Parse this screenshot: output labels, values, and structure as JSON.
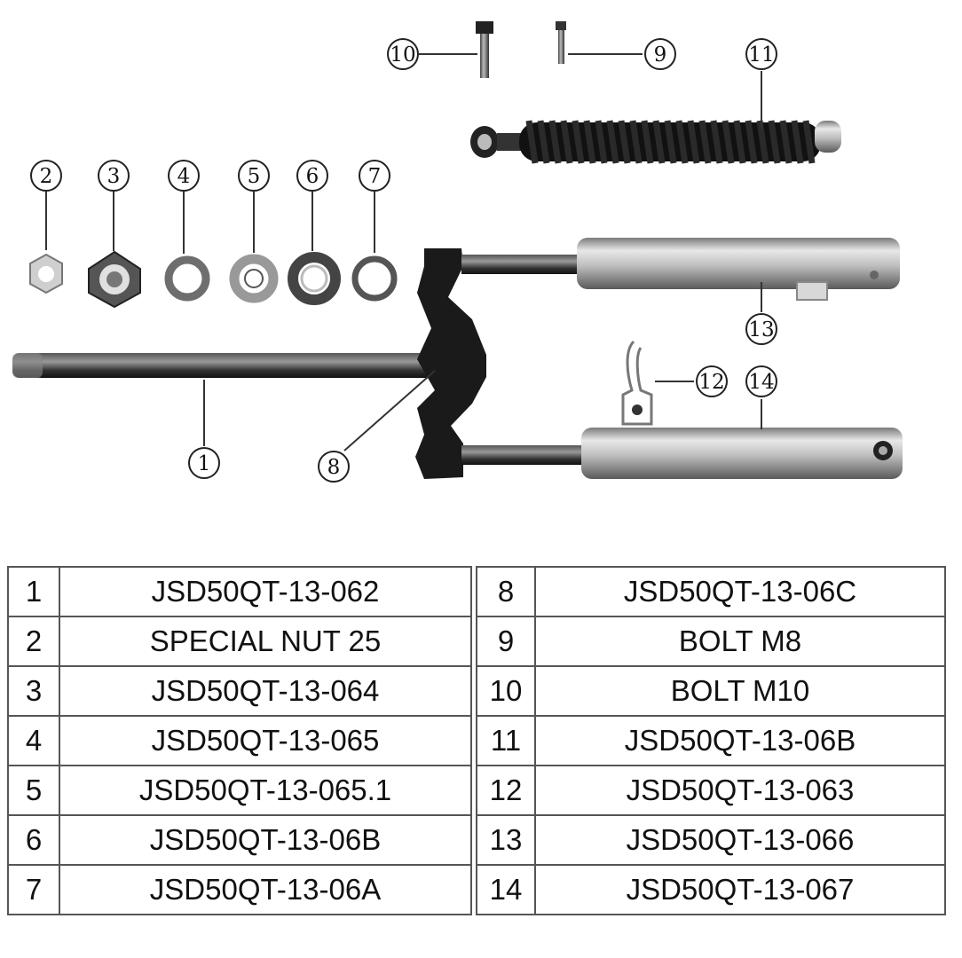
{
  "diagram": {
    "callouts": [
      {
        "id": "1",
        "label": "1"
      },
      {
        "id": "2",
        "label": "2"
      },
      {
        "id": "3",
        "label": "3"
      },
      {
        "id": "4",
        "label": "4"
      },
      {
        "id": "5",
        "label": "5"
      },
      {
        "id": "6",
        "label": "6"
      },
      {
        "id": "7",
        "label": "7"
      },
      {
        "id": "8",
        "label": "8"
      },
      {
        "id": "9",
        "label": "9"
      },
      {
        "id": "10",
        "label": "10"
      },
      {
        "id": "11",
        "label": "11"
      },
      {
        "id": "12",
        "label": "12"
      },
      {
        "id": "13",
        "label": "13"
      },
      {
        "id": "14",
        "label": "14"
      }
    ]
  },
  "parts_table": {
    "left": [
      {
        "no": "1",
        "part": "JSD50QT-13-062"
      },
      {
        "no": "2",
        "part": "SPECIAL NUT 25"
      },
      {
        "no": "3",
        "part": "JSD50QT-13-064"
      },
      {
        "no": "4",
        "part": "JSD50QT-13-065"
      },
      {
        "no": "5",
        "part": "JSD50QT-13-065.1"
      },
      {
        "no": "6",
        "part": "JSD50QT-13-06B"
      },
      {
        "no": "7",
        "part": "JSD50QT-13-06A"
      }
    ],
    "right": [
      {
        "no": "8",
        "part": "JSD50QT-13-06C"
      },
      {
        "no": "9",
        "part": "BOLT M8"
      },
      {
        "no": "10",
        "part": "BOLT M10"
      },
      {
        "no": "11",
        "part": "JSD50QT-13-06B"
      },
      {
        "no": "12",
        "part": "JSD50QT-13-063"
      },
      {
        "no": "13",
        "part": "JSD50QT-13-066"
      },
      {
        "no": "14",
        "part": "JSD50QT-13-067"
      }
    ]
  }
}
